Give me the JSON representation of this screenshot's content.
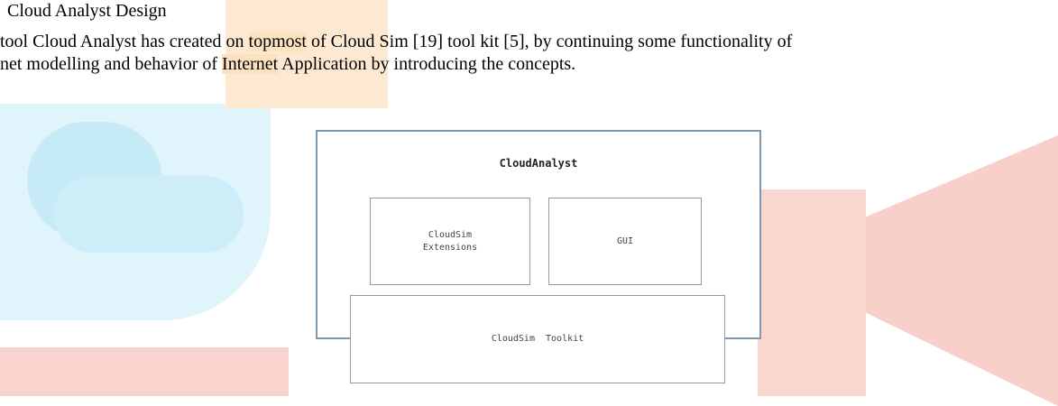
{
  "heading": "Cloud Analyst Design",
  "paragraph": {
    "line1_pre": "tool Cloud Analyst has created on ",
    "line1_hl": "topmost",
    "line1_post": " of Cloud Sim [19] tool kit [5], by continuing some functionality of",
    "line2_pre": "net modelling and behavior of ",
    "line2_hl": "Internet",
    "line2_post": " Application by introducing the concepts."
  },
  "diagram": {
    "outer_title": "CloudAnalyst",
    "box_extensions_line1": "CloudSim",
    "box_extensions_line2": "Extensions",
    "box_gui": "GUI",
    "box_toolkit": "CloudSim  Toolkit"
  },
  "colors": {
    "outer_border": "#7f98ad",
    "watermark_blue": "#dff4fb",
    "watermark_red": "#f8cfc9",
    "watermark_orange": "#fde9d2"
  }
}
